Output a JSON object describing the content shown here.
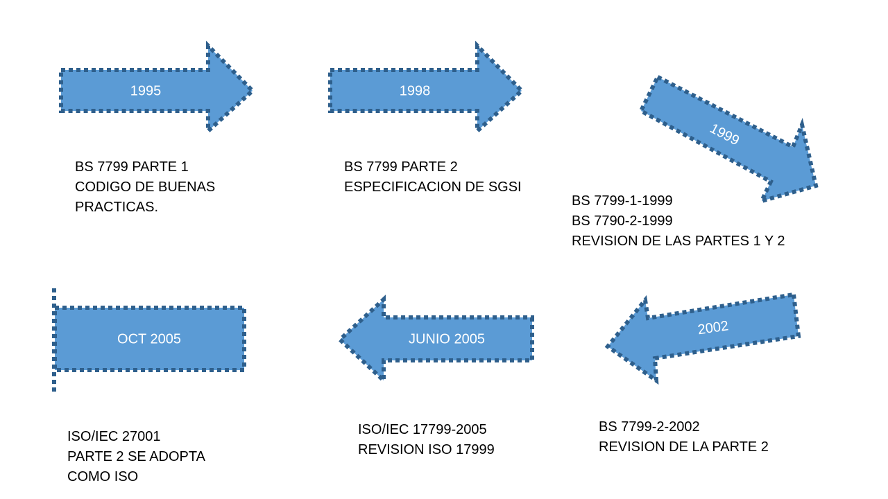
{
  "colors": {
    "fill": "#5b9bd5",
    "border": "#2e5f8c",
    "label_text": "#ffffff",
    "caption_text": "#000000"
  },
  "steps": [
    {
      "year": "1995",
      "direction": "right",
      "caption": [
        "BS 7799  PARTE 1",
        "CODIGO DE BUENAS",
        "PRACTICAS."
      ]
    },
    {
      "year": "1998",
      "direction": "right",
      "caption": [
        "BS 7799  PARTE 2",
        "ESPECIFICACION DE SGSI"
      ]
    },
    {
      "year": "1999",
      "direction": "down-right",
      "caption": [
        "BS 7799-1-1999",
        "BS 7790-2-1999",
        "REVISION DE LAS PARTES 1 Y 2"
      ]
    },
    {
      "year": "2002",
      "direction": "left",
      "caption": [
        "BS 7799-2-2002",
        "REVISION DE LA PARTE 2"
      ]
    },
    {
      "year": "JUNIO 2005",
      "direction": "left",
      "caption": [
        "ISO/IEC 17799-2005",
        "REVISION ISO 17999"
      ]
    },
    {
      "year": "OCT 2005",
      "direction": "none",
      "caption": [
        "ISO/IEC 27001",
        "PARTE 2 SE ADOPTA",
        "COMO ISO"
      ]
    }
  ]
}
